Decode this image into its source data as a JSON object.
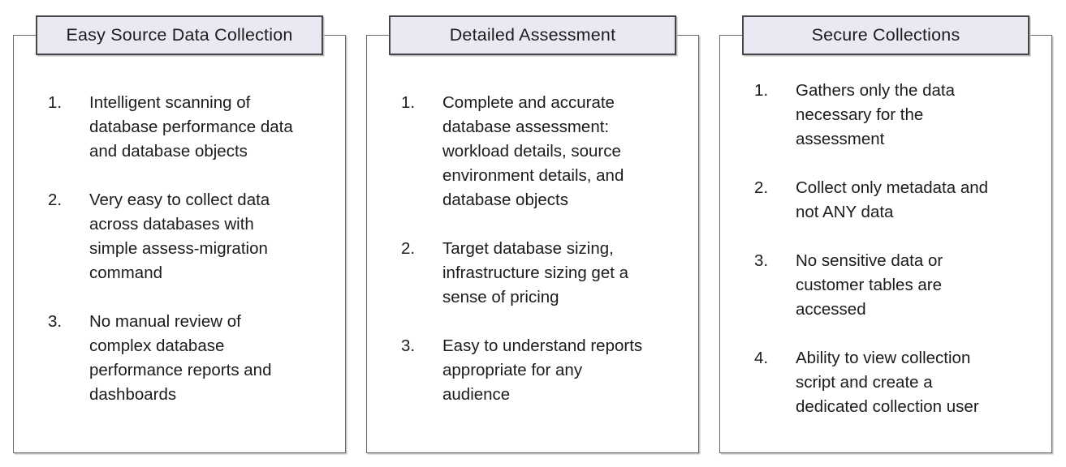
{
  "page": {
    "background": "#ffffff"
  },
  "colors": {
    "panel_border": "#6b6b6b",
    "title_border": "#474747",
    "title_fill": "#e9e9f4",
    "text": "#1c1c1c"
  },
  "panels": [
    {
      "title": "Easy Source Data Collection",
      "items": [
        {
          "num": "1.",
          "text": "Intelligent scanning of\ndatabase performance data\nand database objects"
        },
        {
          "num": "2.",
          "text": "Very easy to collect data\nacross databases with\nsimple assess-migration\ncommand"
        },
        {
          "num": "3.",
          "text": "No manual review of\ncomplex database\nperformance reports and\ndashboards"
        }
      ]
    },
    {
      "title": "Detailed Assessment",
      "items": [
        {
          "num": "1.",
          "text": "Complete and accurate\ndatabase assessment:\nworkload details, source\nenvironment details, and\ndatabase objects"
        },
        {
          "num": "2.",
          "text": "Target database sizing,\ninfrastructure sizing get a\nsense of pricing"
        },
        {
          "num": "3.",
          "text": "Easy to understand reports\nappropriate for any\naudience"
        }
      ]
    },
    {
      "title": "Secure Collections",
      "items": [
        {
          "num": "1.",
          "text": "Gathers only the data\nnecessary for the\nassessment"
        },
        {
          "num": "2.",
          "text": "Collect only metadata and\nnot ANY data"
        },
        {
          "num": "3.",
          "text": "No sensitive data or\ncustomer tables are\naccessed"
        },
        {
          "num": "4.",
          "text": "Ability to view collection\nscript and create a\ndedicated collection user"
        }
      ]
    }
  ]
}
